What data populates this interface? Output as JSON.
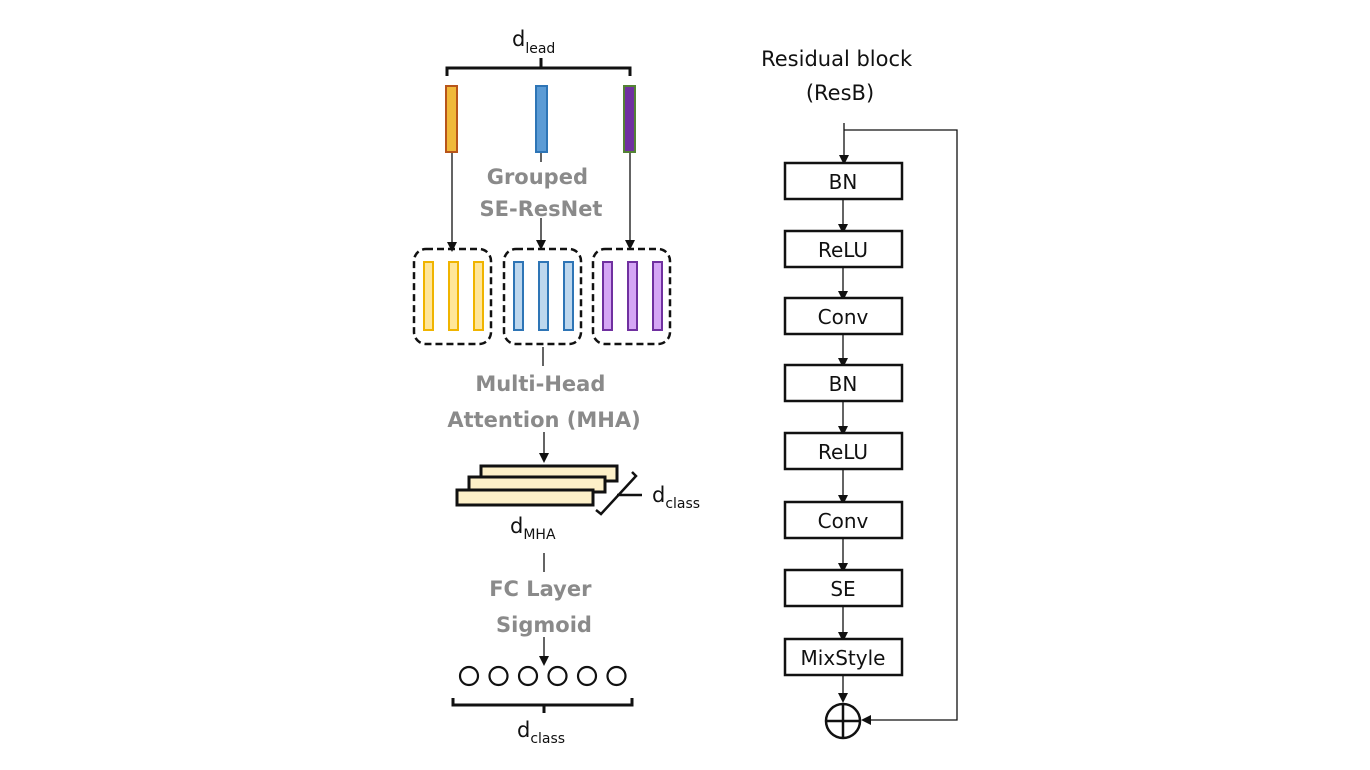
{
  "left_panel": {
    "top_dim": {
      "main": "d",
      "sub": "lead"
    },
    "leads": [
      {
        "name": "lead-1",
        "fill": "#f0b93a",
        "stroke": "#b8551a"
      },
      {
        "name": "lead-2",
        "fill": "#5b9bd5",
        "stroke": "#2e75b6"
      },
      {
        "name": "lead-3",
        "fill": "#7030a0",
        "stroke": "#548235"
      }
    ],
    "stage1_label": [
      "Grouped",
      "SE-ResNet"
    ],
    "groups": [
      {
        "name": "group-yellow",
        "fill": "#ffe699",
        "stroke": "#f0b400"
      },
      {
        "name": "group-blue",
        "fill": "#bdd7ee",
        "stroke": "#2e75b6"
      },
      {
        "name": "group-purple",
        "fill": "#d5a6f5",
        "stroke": "#7030a0"
      }
    ],
    "stage2_label": [
      "Multi-Head",
      "Attention (MHA)"
    ],
    "mha_dim_width": {
      "main": "d",
      "sub": "MHA"
    },
    "mha_dim_depth": {
      "main": "d",
      "sub": "class"
    },
    "stage3_label": [
      "FC Layer",
      "Sigmoid"
    ],
    "output_nodes": 6,
    "bottom_dim": {
      "main": "d",
      "sub": "class"
    }
  },
  "right_panel": {
    "title": [
      "Residual block",
      "(ResB)"
    ],
    "blocks": [
      "BN",
      "ReLU",
      "Conv",
      "BN",
      "ReLU",
      "Conv",
      "SE",
      "MixStyle"
    ],
    "sum_symbol": "add"
  },
  "colors": {
    "line": "#111111",
    "label_gray": "#8a8a8a",
    "mha_fill": "#fdf0c8"
  }
}
